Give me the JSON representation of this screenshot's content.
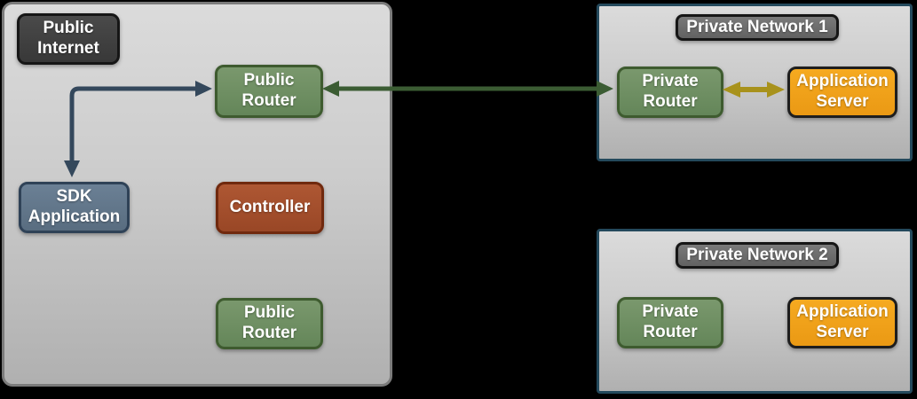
{
  "colors": {
    "background": "#000000",
    "zone_fill_top": "#dbdbdb",
    "zone_fill_bottom": "#b0b0b0",
    "public_zone_border": "#7b7b7b",
    "private_zone_border": "#24495c",
    "node_green_fill": "#6f8e63",
    "node_green_border": "#3e5b2f",
    "node_blue_fill": "#65798d",
    "node_blue_border": "#2f4257",
    "node_red_fill": "#a5502e",
    "node_red_border": "#70290e",
    "node_orange_fill": "#f1a11f",
    "node_orange_border": "#1e1e1e",
    "badge_dark_fill": "#404040",
    "badge_gray_fill": "#6e6e6e",
    "badge_border": "#161616",
    "arrow_blue": "#34485c",
    "arrow_green": "#3b5c33",
    "arrow_gold": "#a8921c",
    "text": "#ffffff"
  },
  "public_internet": {
    "label": "Public Internet",
    "nodes": {
      "public_router_top": "Public Router",
      "sdk_application": "SDK Application",
      "controller": "Controller",
      "public_router_bottom": "Public Router"
    }
  },
  "private_network_1": {
    "label": "Private Network 1",
    "nodes": {
      "private_router": "Private Router",
      "application_server": "Application Server"
    }
  },
  "private_network_2": {
    "label": "Private Network 2",
    "nodes": {
      "private_router": "Private Router",
      "application_server": "Application Server"
    }
  },
  "connections": [
    {
      "from": "sdk_application",
      "to": "public_router_top",
      "shape": "elbow",
      "heads": "both",
      "color": "#34485c"
    },
    {
      "from": "public_router_top",
      "to": "private_network_1.private_router",
      "shape": "straight",
      "heads": "both",
      "color": "#3b5c33"
    },
    {
      "from": "private_network_1.private_router",
      "to": "private_network_1.application_server",
      "shape": "straight",
      "heads": "both",
      "color": "#a8921c"
    }
  ]
}
